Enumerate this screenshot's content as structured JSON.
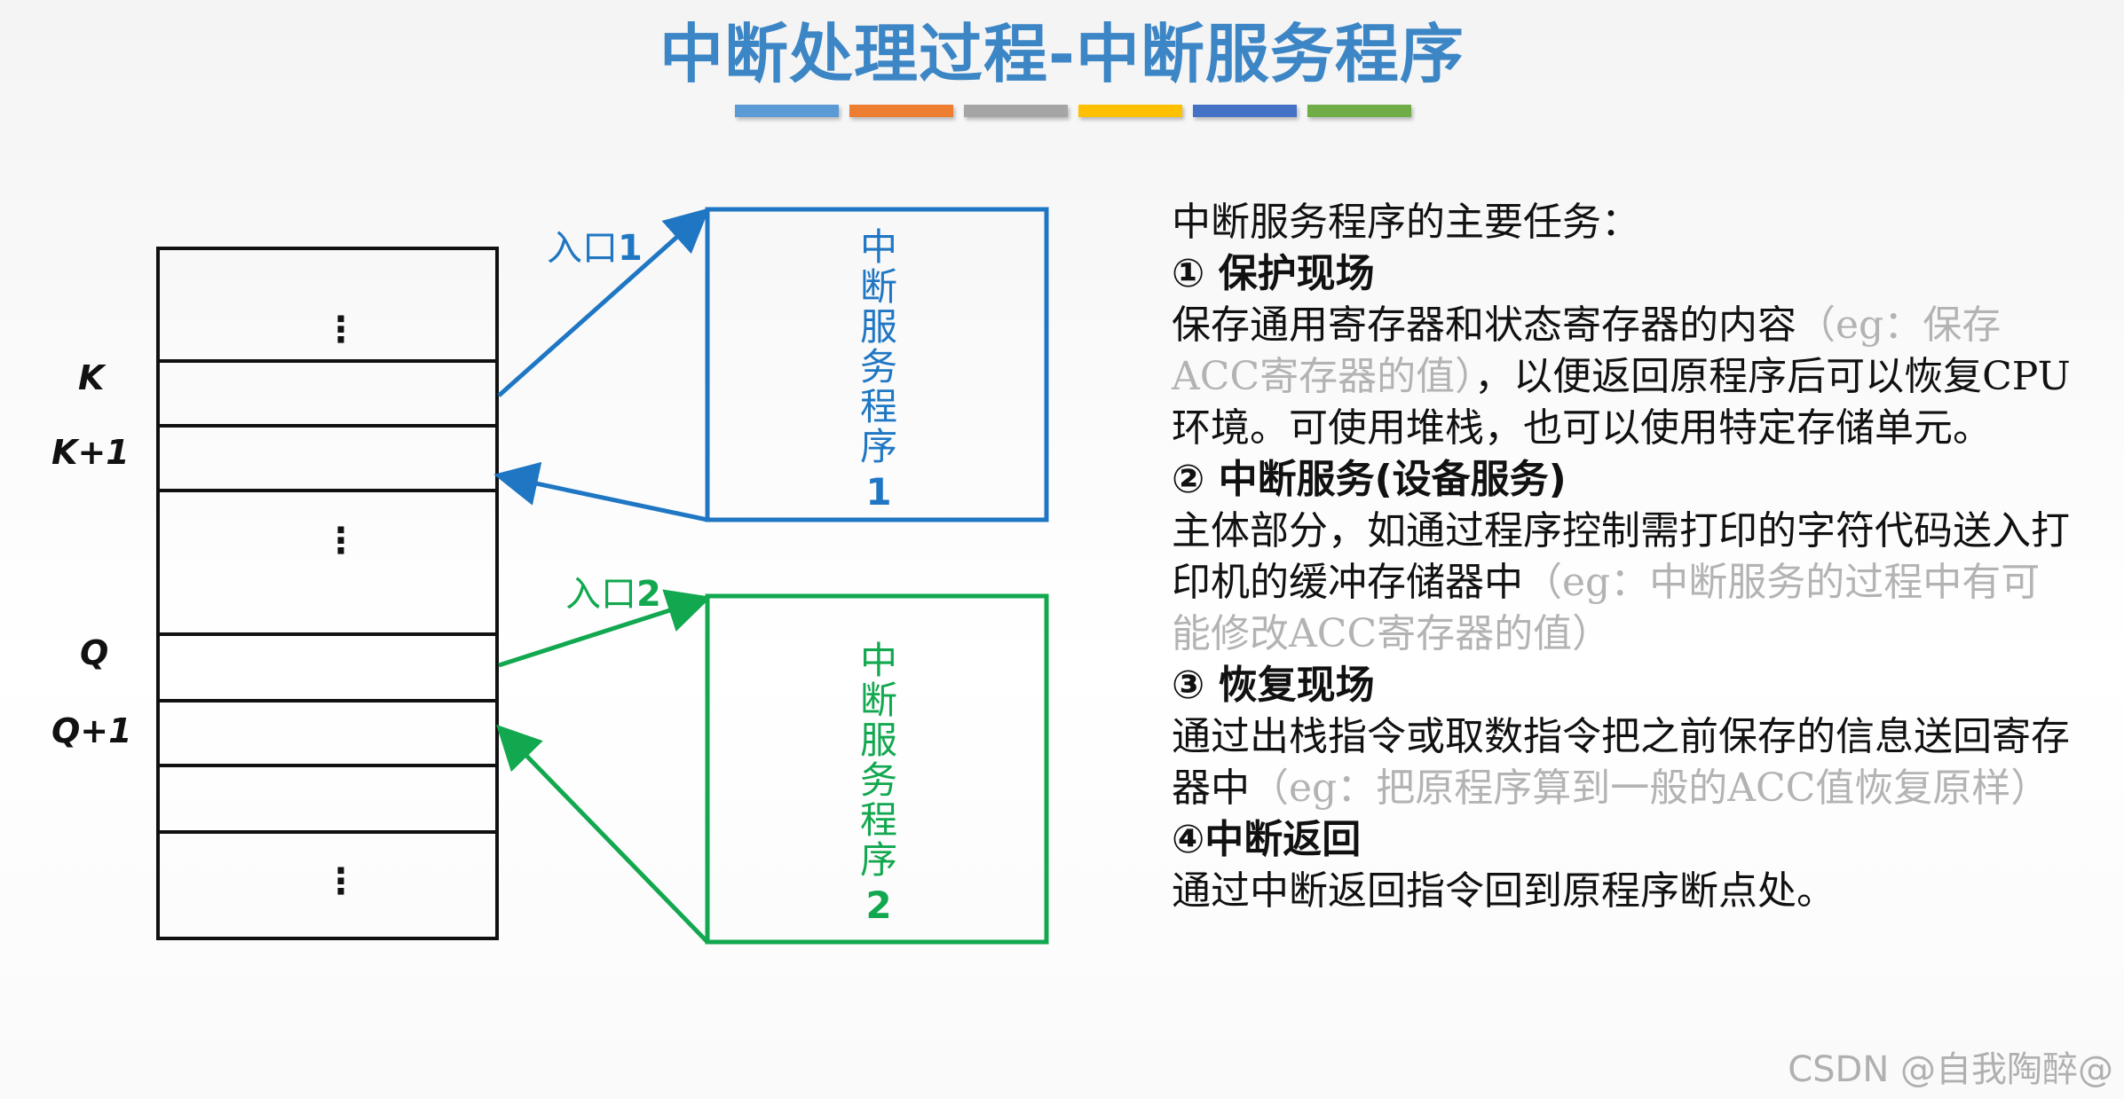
{
  "title": "中断处理过程-中断服务程序",
  "bar_colors": [
    "#5b9bd5",
    "#ed7d31",
    "#a5a5a5",
    "#ffc000",
    "#4472c4",
    "#70ad47"
  ],
  "colors": {
    "blue": "#1f77c4",
    "green": "#12a84f"
  },
  "diagram": {
    "labels": {
      "k": "K",
      "k1": "K+1",
      "q": "Q",
      "q1": "Q+1"
    },
    "dots": "⋮",
    "entry1": {
      "prefix": "入口",
      "num": "1"
    },
    "entry2": {
      "prefix": "入口",
      "num": "2"
    },
    "routine1": {
      "chars": [
        "中",
        "断",
        "服",
        "务",
        "程",
        "序"
      ],
      "num": "1"
    },
    "routine2": {
      "chars": [
        "中",
        "断",
        "服",
        "务",
        "程",
        "序"
      ],
      "num": "2"
    }
  },
  "text": {
    "intro": "中断服务程序的主要任务：",
    "s1_head": "① 保护现场",
    "s1_body": "保存通用寄存器和状态寄存器的内容",
    "s1_gray": "（eg：保存ACC寄存器的值）",
    "s1_body2": "，以便返回原程序后可以恢复CPU环境。可使用堆栈，也可以使用特定存储单元。",
    "s2_head": "② 中断服务(设备服务)",
    "s2_body": "主体部分，如通过程序控制需打印的字符代码送入打印机的缓冲存储器中",
    "s2_gray": "（eg：中断服务的过程中有可能修改ACC寄存器的值）",
    "s3_head": "③ 恢复现场",
    "s3_body": "通过出栈指令或取数指令把之前保存的信息送回寄存器中",
    "s3_gray": "（eg：把原程序算到一般的ACC值恢复原样）",
    "s4_head": "④中断返回",
    "s4_body": "通过中断返回指令回到原程序断点处。"
  },
  "footer": "CSDN @自我陶醉@"
}
